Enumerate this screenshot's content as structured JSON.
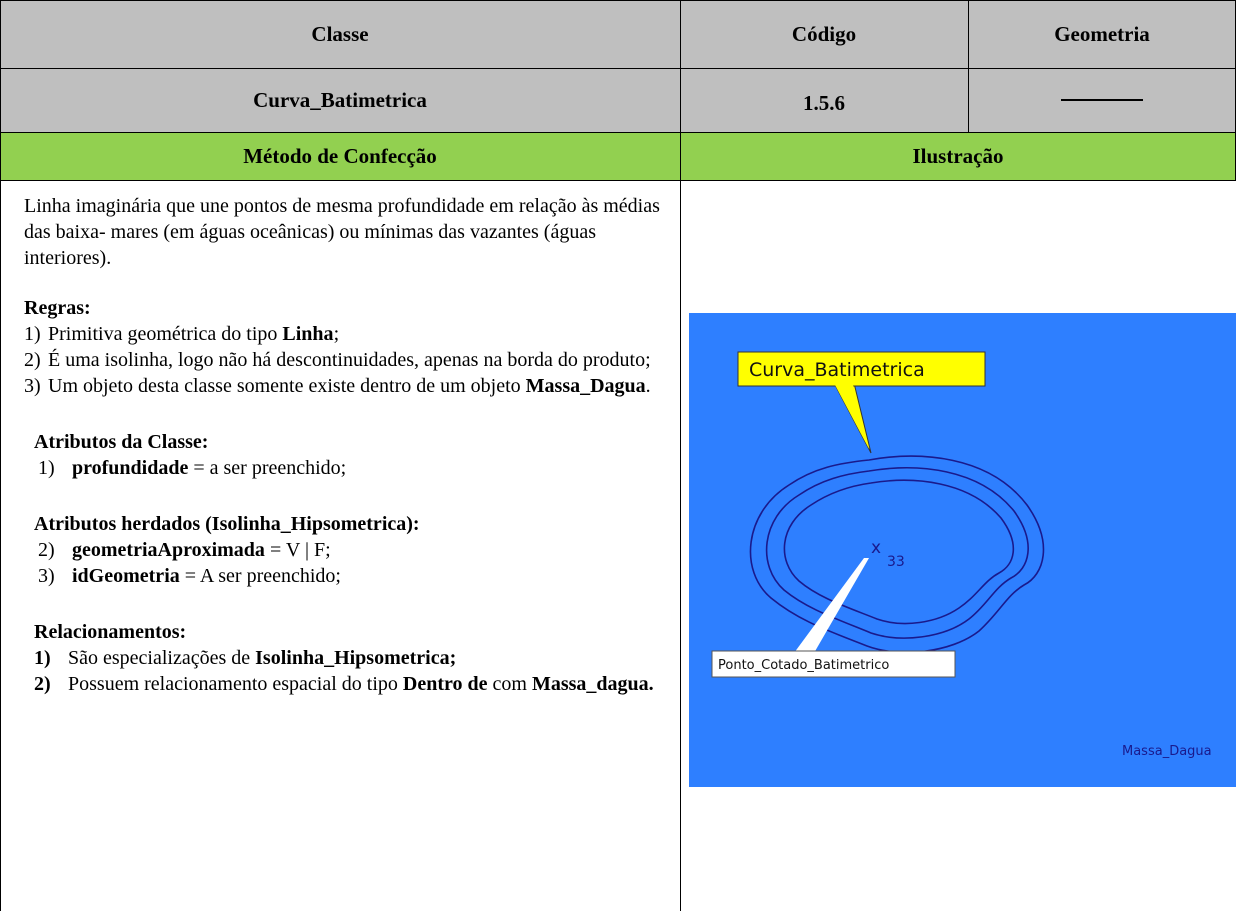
{
  "header": {
    "col_classe": "Classe",
    "col_codigo": "Código",
    "col_geometria": "Geometria"
  },
  "row": {
    "classe": "Curva_Batimetrica",
    "codigo": "1.5.6"
  },
  "section": {
    "metodo": "Método de Confecção",
    "ilustracao": "Ilustração"
  },
  "content": {
    "description": "Linha imaginária que une pontos de mesma profundidade em relação às médias das baixa- mares (em águas oceânicas) ou mínimas das vazantes (águas interiores).",
    "regras_title": "Regras:",
    "regras": [
      {
        "num": "1)",
        "pre": "Primitiva geométrica do tipo ",
        "bold": "Linha",
        "post": ";"
      },
      {
        "num": "2)",
        "pre": "É uma isolinha, logo não há descontinuidades, apenas na borda do produto;",
        "bold": "",
        "post": ""
      },
      {
        "num": "3)",
        "pre": "Um objeto desta classe somente existe dentro de um objeto ",
        "bold": "Massa_Dagua",
        "post": "."
      }
    ],
    "atributos_title": "Atributos da Classe:",
    "atributos": [
      {
        "num": "1)",
        "bold": "profundidade",
        "post": " = a ser preenchido;"
      }
    ],
    "herdados_title": "Atributos herdados (Isolinha_Hipsometrica):",
    "herdados": [
      {
        "num": "2)",
        "bold": "geometriaAproximada",
        "post": " = V | F;"
      },
      {
        "num": "3)",
        "bold": "idGeometria",
        "post": " = A ser preenchido;"
      }
    ],
    "relacionamentos_title": "Relacionamentos:",
    "relacionamentos": [
      {
        "num": "1)",
        "pre": "São especializações de ",
        "bold": "Isolinha_Hipsometrica;",
        "mid": "",
        "bold2": ""
      },
      {
        "num": "2)",
        "pre": "Possuem relacionamento espacial do tipo ",
        "bold": "Dentro de",
        "mid": " com ",
        "bold2": "Massa_dagua."
      }
    ]
  },
  "illustration": {
    "callout_label": "Curva_Batimetrica",
    "point_label": "Ponto_Cotado_Batimetrico",
    "point_marker": "x",
    "point_value": "33",
    "area_label": "Massa_Dagua",
    "colors": {
      "water": "#2e7fff",
      "callout": "#ffff00",
      "contour": "#1a1a8c"
    }
  }
}
